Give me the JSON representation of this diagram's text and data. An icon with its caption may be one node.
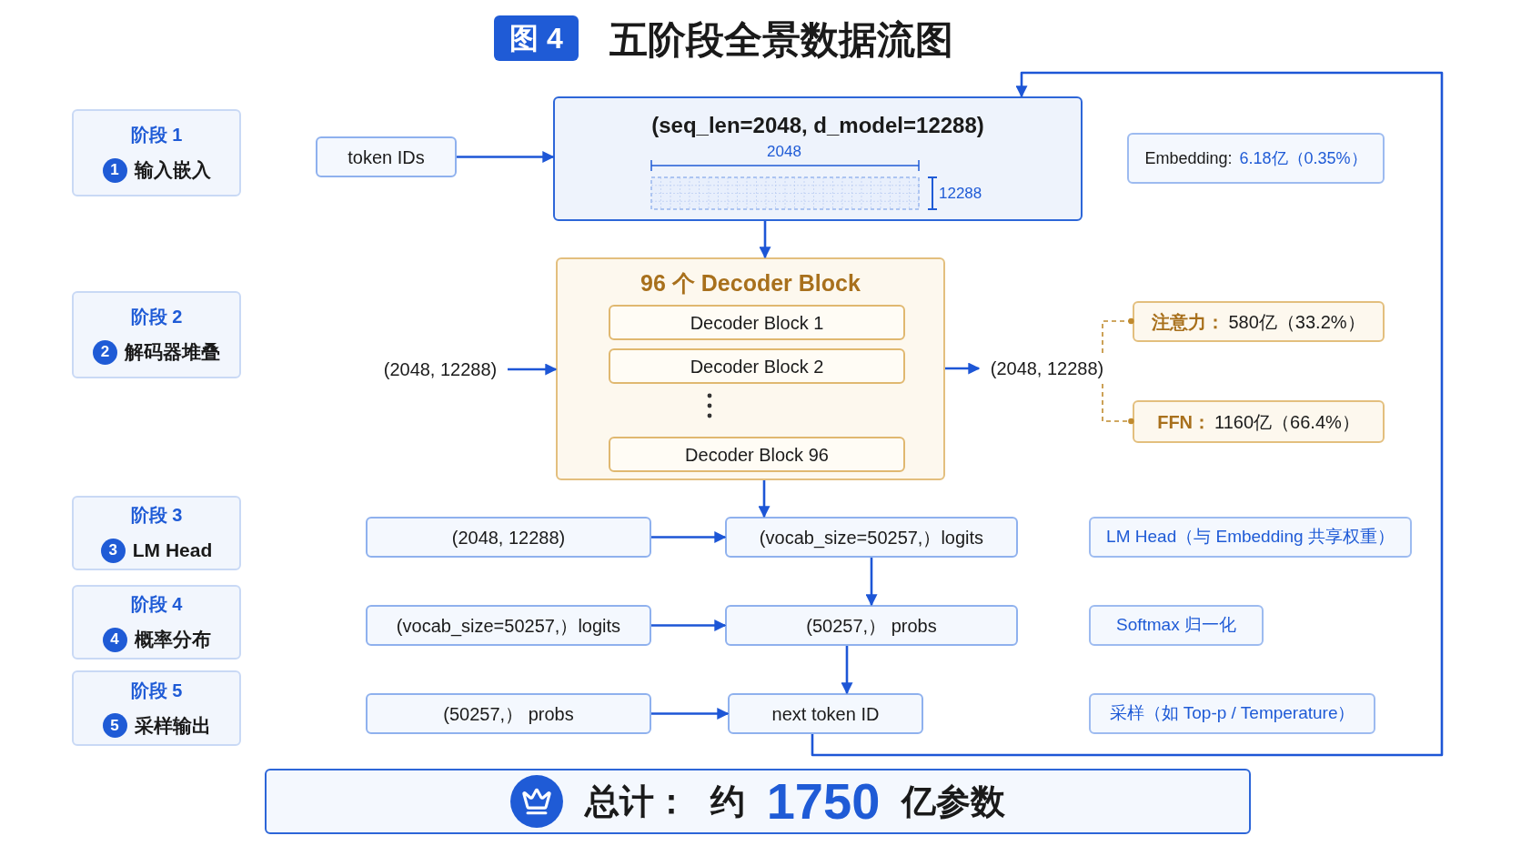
{
  "diagram": {
    "title": "五阶段全景数据流图",
    "nodes": [
      {
        "text": [
          "阶段 1",
          "1",
          "输入嵌入"
        ]
      },
      {
        "text": [
          "token IDs"
        ]
      },
      {
        "text": [
          "(seq_len=2048, d_model=12288)"
        ]
      },
      {
        "text": [
          "Embedding:",
          "6.18亿（0.35%）"
        ]
      },
      {
        "text": [
          "阶段 2",
          "2",
          "解码器堆叠"
        ]
      },
      {
        "text": [
          "(2048, 12288)"
        ]
      },
      {
        "text": [
          "96 个 Decoder Block"
        ]
      },
      {
        "text": [
          "Decoder Block 1"
        ],
        "in": 6
      },
      {
        "text": [
          "Decoder Block 2"
        ],
        "in": 6
      },
      {
        "text": [
          "Decoder Block 96"
        ],
        "in": 6
      },
      {
        "text": [
          "(2048, 12288)"
        ]
      },
      {
        "text": [
          "注意力：",
          "580亿（33.2%）"
        ]
      },
      {
        "text": [
          "FFN：",
          "1160亿（66.4%）"
        ]
      },
      {
        "text": [
          "阶段 3",
          "3",
          "LM Head"
        ]
      },
      {
        "text": [
          "(2048, 12288)"
        ]
      },
      {
        "text": [
          "(vocab_size=50257,）logits"
        ]
      },
      {
        "text": [
          "LM Head（与 Embedding 共享权重）"
        ]
      },
      {
        "text": [
          "阶段 4",
          "4",
          "概率分布"
        ]
      },
      {
        "text": [
          "(vocab_size=50257,）logits"
        ]
      },
      {
        "text": [
          "(50257,） probs"
        ]
      },
      {
        "text": [
          "Softmax 归一化"
        ]
      },
      {
        "text": [
          "阶段 5",
          "5",
          "采样输出"
        ]
      },
      {
        "text": [
          "(50257,） probs"
        ]
      },
      {
        "text": [
          "next token ID"
        ]
      },
      {
        "text": [
          "采样（如 Top-p / Temperature）"
        ]
      },
      {
        "text": [
          "总计：",
          "约",
          "1750",
          "亿参数"
        ]
      }
    ],
    "edges": [
      {
        "from": 1,
        "to": 2,
        "arrow": "to"
      },
      {
        "from": 2,
        "to": 6,
        "arrow": "to"
      },
      {
        "from": 5,
        "to": 6,
        "arrow": "to"
      },
      {
        "from": 6,
        "to": 10,
        "arrow": "to"
      },
      {
        "from": 10,
        "to": 11,
        "arrow": "other",
        "style": "dashed",
        "color": "#c08a2e"
      },
      {
        "from": 10,
        "to": 12,
        "arrow": "other",
        "style": "dashed",
        "color": "#c08a2e"
      },
      {
        "from": 6,
        "to": 15,
        "arrow": "to"
      },
      {
        "from": 14,
        "to": 15,
        "arrow": "to"
      },
      {
        "from": 15,
        "to": 19,
        "arrow": "to"
      },
      {
        "from": 18,
        "to": 19,
        "arrow": "to"
      },
      {
        "from": 19,
        "to": 23,
        "arrow": "to"
      },
      {
        "from": 22,
        "to": 23,
        "arrow": "to"
      },
      {
        "from": 23,
        "to": 2,
        "arrow": "to"
      }
    ],
    "labels": [
      "图 4",
      "2048",
      "12288"
    ]
  }
}
